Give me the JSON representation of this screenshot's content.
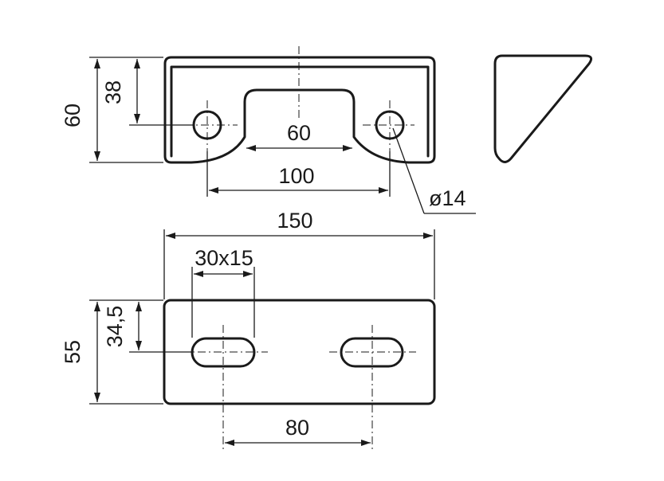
{
  "dimensions": {
    "front_height": "60",
    "hole_height": "38",
    "notch_width": "60",
    "hole_spacing": "100",
    "hole_diameter": "ø14",
    "overall_length": "150",
    "slot_size": "30x15",
    "plate_width": "55",
    "slot_offset": "34,5",
    "slot_spacing": "80"
  }
}
